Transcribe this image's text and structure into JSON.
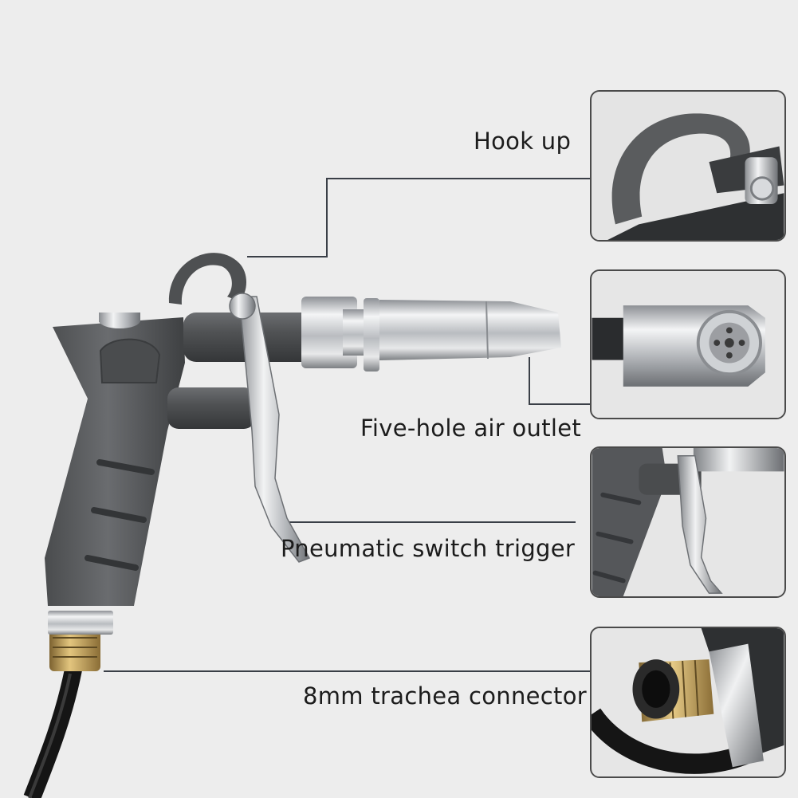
{
  "labels": {
    "hook": "Hook up",
    "outlet": "Five-hole air outlet",
    "trigger": "Pneumatic switch trigger",
    "connector": "8mm trachea connector"
  },
  "colors": {
    "background": "#ededed",
    "body_metal": "#5a5c5e",
    "chrome": "#c9ccd0",
    "brass": "#b8974e",
    "hose": "#1a1a1a",
    "callout_line": "#3a3f47"
  },
  "icons": {
    "main": "air-blow-gun-icon",
    "hook": "hook-icon",
    "nozzle": "nozzle-icon",
    "trigger": "trigger-icon",
    "connector": "brass-connector-icon"
  }
}
